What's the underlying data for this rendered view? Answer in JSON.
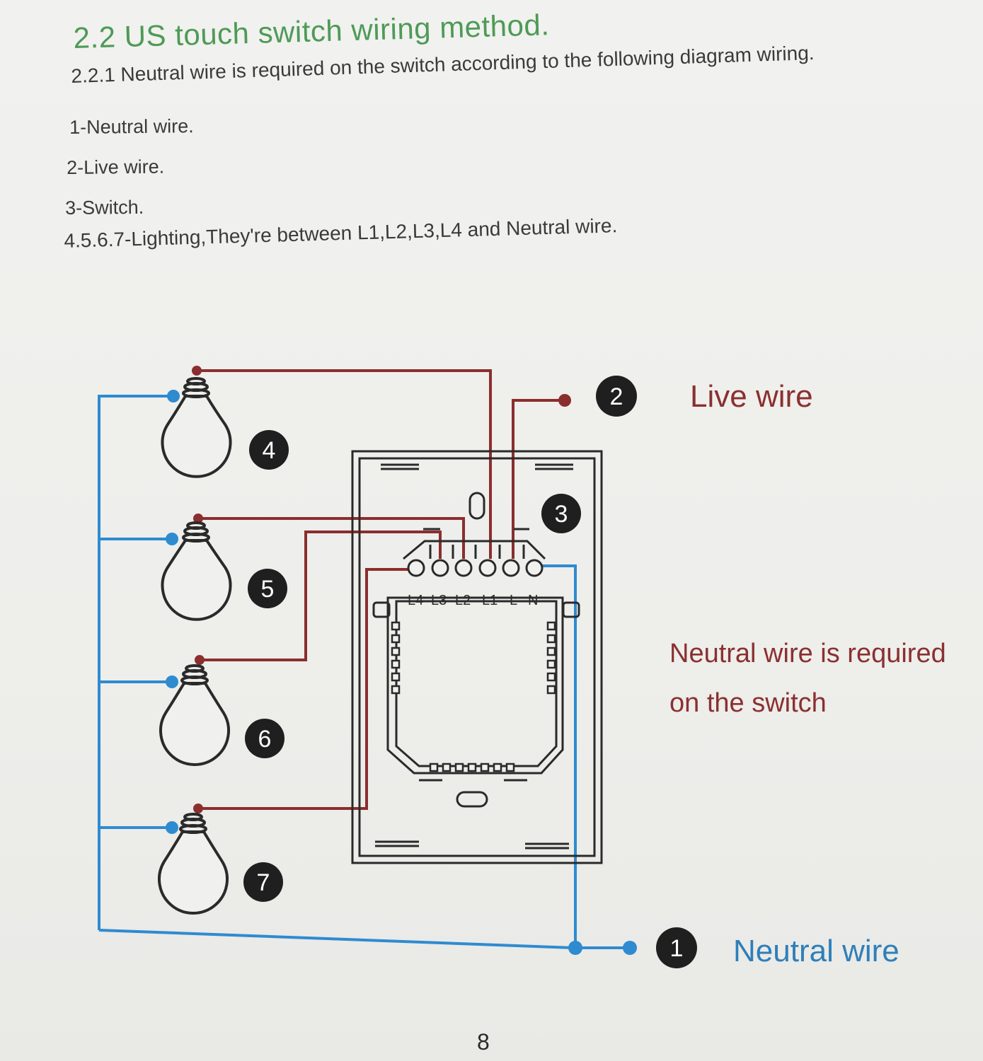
{
  "document": {
    "title": "2.2 US touch switch wiring method.",
    "subtitle": "2.2.1 Neutral wire is required on the switch according to the following diagram wiring.",
    "list": [
      "1-Neutral wire.",
      "2-Live wire.",
      "3-Switch.",
      "4.5.6.7-Lighting,They're between L1,L2,L3,L4 and Neutral wire."
    ],
    "page_number": "8"
  },
  "diagram": {
    "terminals": [
      "L4",
      "L3",
      "L2",
      "L1",
      "L",
      "N"
    ],
    "markers": [
      "1",
      "2",
      "3",
      "4",
      "5",
      "6",
      "7"
    ],
    "labels": {
      "live": "Live wire",
      "neutral": "Neutral wire",
      "note_line1": "Neutral wire is required",
      "note_line2": "on the switch"
    },
    "colors": {
      "live_wire": "#8b2e2e",
      "neutral_wire": "#2e8bd0",
      "outline": "#2a2a2a",
      "marker_fill": "#1f1f1f"
    }
  }
}
